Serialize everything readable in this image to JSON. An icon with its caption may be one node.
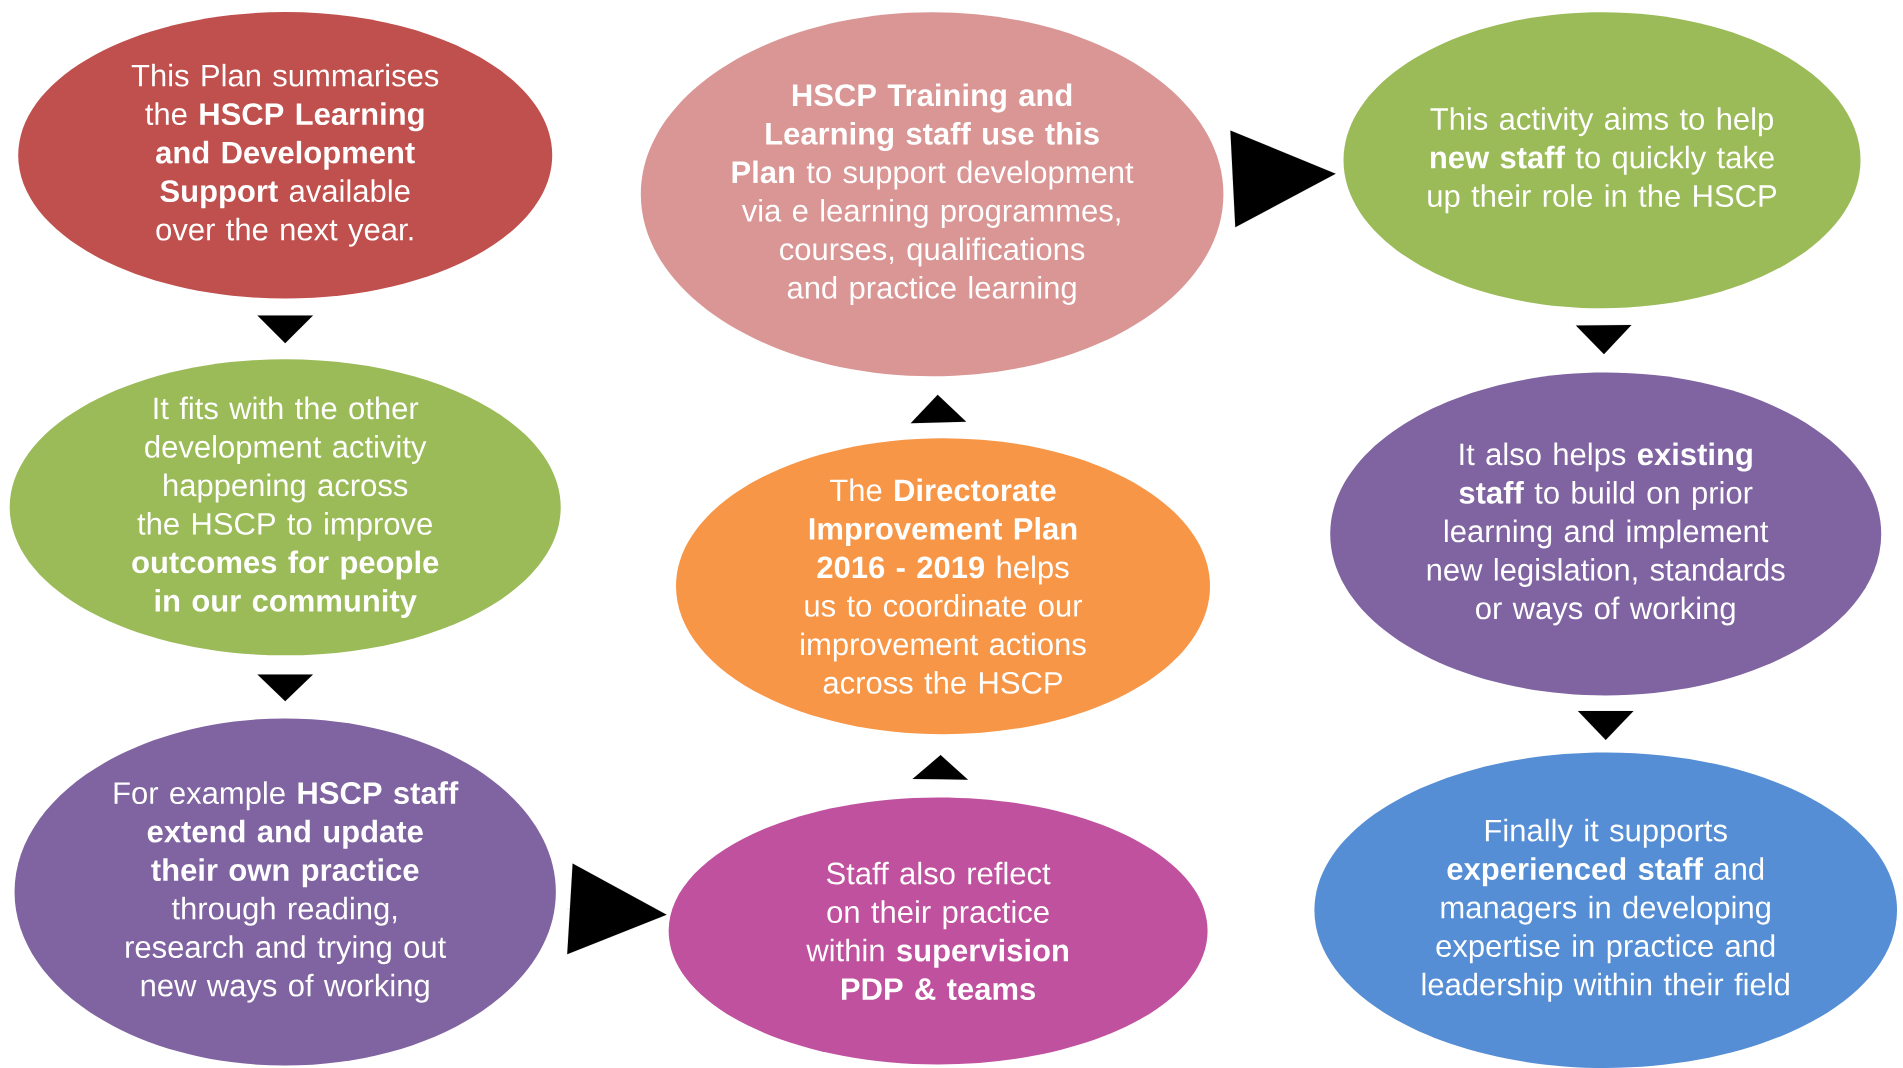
{
  "diagram": {
    "nodes": [
      {
        "text": [
          "This Plan summarises the **HSCP Learning and Development Support** available over the next year."
        ]
      },
      {
        "text": [
          "It fits with the other development activity happening across the HSCP to improve **outcomes for people in our community**"
        ]
      },
      {
        "text": [
          "For example **HSCP staff extend and update their own practice** through reading, research and trying out new ways of working"
        ]
      },
      {
        "text": [
          "**HSCP Training and Learning staff use this Plan** to support development via e learning programmes, courses, qualifications and practice learning"
        ]
      },
      {
        "text": [
          "The **Directorate Improvement Plan 2016 - 2019** helps us to coordinate our improvement actions across the HSCP"
        ]
      },
      {
        "text": [
          "Staff also reflect on their practice within **supervision PDP & teams**"
        ]
      },
      {
        "text": [
          "This activity aims to help **new staff** to quickly take up their role in the HSCP"
        ]
      },
      {
        "text": [
          "It also helps **existing staff** to build on prior learning and implement new legislation, standards or ways of working"
        ]
      },
      {
        "text": [
          "Finally it supports **experienced staff** and managers in developing expertise in practice and leadership within their field"
        ]
      }
    ],
    "edges": [
      {
        "from": 0,
        "to": 1,
        "arrow": "to"
      },
      {
        "from": 1,
        "to": 2,
        "arrow": "to"
      },
      {
        "from": 2,
        "to": 5,
        "arrow": "to"
      },
      {
        "from": 5,
        "to": 4,
        "arrow": "to"
      },
      {
        "from": 4,
        "to": 3,
        "arrow": "to"
      },
      {
        "from": 3,
        "to": 6,
        "arrow": "to"
      },
      {
        "from": 6,
        "to": 7,
        "arrow": "to"
      },
      {
        "from": 7,
        "to": 8,
        "arrow": "to"
      }
    ]
  }
}
